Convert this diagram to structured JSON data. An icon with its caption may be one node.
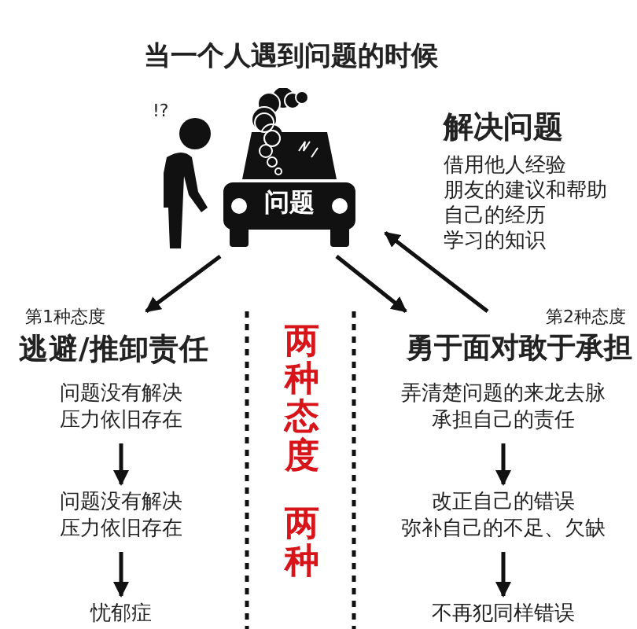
{
  "diagram": {
    "title": "当一个人遇到问题的时候",
    "nodes": [
      {
        "text": [
          "问题"
        ]
      },
      {
        "text": [
          "解决问题",
          "借用他人经验",
          "朋友的建议和帮助",
          "自己的经历",
          "学习的知识"
        ]
      },
      {
        "text": [
          "第1种态度",
          "逃避/推卸责任"
        ]
      },
      {
        "text": [
          "问题没有解决",
          "压力依旧存在"
        ]
      },
      {
        "text": [
          "问题没有解决",
          "压力依旧存在"
        ]
      },
      {
        "text": [
          "忧郁症"
        ]
      },
      {
        "text": [
          "第2种态度",
          "勇于面对敢于承担"
        ]
      },
      {
        "text": [
          "弄清楚问题的来龙去脉",
          "承担自己的责任"
        ]
      },
      {
        "text": [
          "改正自己的错误",
          "弥补自己的不足、欠缺"
        ]
      },
      {
        "text": [
          "不再犯同样错误"
        ]
      }
    ],
    "edges": [
      {
        "from": 0,
        "to": 2,
        "arrow": "to"
      },
      {
        "from": 0,
        "to": 6,
        "arrow": "to"
      },
      {
        "from": 6,
        "to": 1,
        "arrow": "to"
      },
      {
        "from": 3,
        "to": 4,
        "arrow": "to"
      },
      {
        "from": 4,
        "to": 5,
        "arrow": "to"
      },
      {
        "from": 7,
        "to": 8,
        "arrow": "to"
      },
      {
        "from": 8,
        "to": 9,
        "arrow": "to"
      }
    ],
    "labels": [
      "!?",
      "两种态度",
      "两种"
    ]
  }
}
